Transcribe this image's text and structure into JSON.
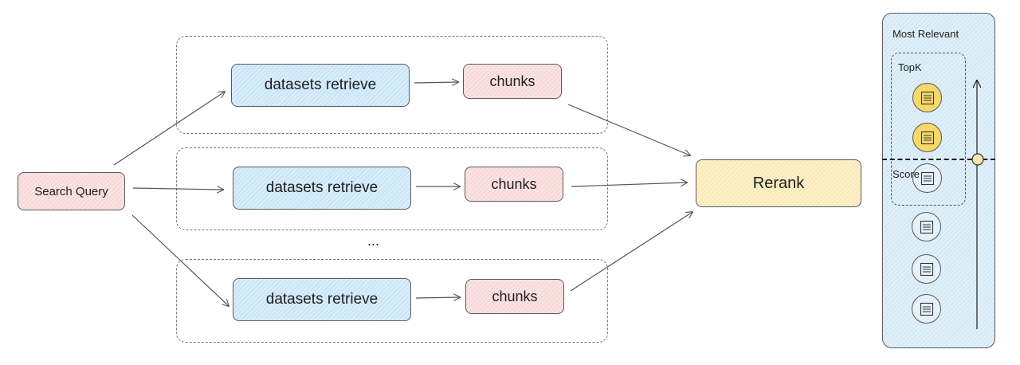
{
  "query": {
    "label": "Search Query"
  },
  "rows": [
    {
      "retrieve_label": "datasets retrieve",
      "chunks_label": "chunks"
    },
    {
      "retrieve_label": "datasets retrieve",
      "chunks_label": "chunks"
    },
    {
      "retrieve_label": "datasets retrieve",
      "chunks_label": "chunks"
    }
  ],
  "ellipsis": "...",
  "rerank": {
    "label": "Rerank"
  },
  "result_panel": {
    "title": "Most Relevant",
    "topk_label": "TopK",
    "score_label": "Score",
    "documents": [
      {
        "selected": true
      },
      {
        "selected": true
      },
      {
        "selected": false
      },
      {
        "selected": false
      },
      {
        "selected": false
      },
      {
        "selected": false
      }
    ]
  },
  "colors": {
    "query_fill": "#fbe5e5",
    "retrieve_fill": "#dbeefb",
    "chunks_fill": "#fbe5e5",
    "rerank_fill": "#fdf2cf",
    "panel_fill": "#e3f1fa",
    "topk_doc_fill": "#f7d96a",
    "stroke": "#5a5a5a"
  },
  "icons": {
    "document": "document-lines-icon",
    "arrow": "arrow-icon",
    "slider": "slider-thumb-icon"
  }
}
